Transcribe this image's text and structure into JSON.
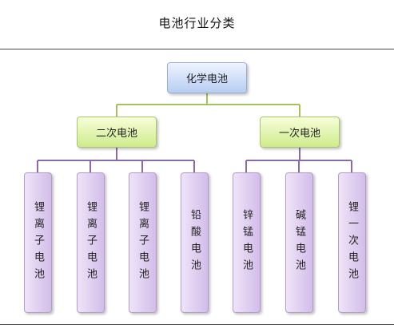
{
  "title": "电池行业分类",
  "root": {
    "label": "化学电池"
  },
  "branches": [
    {
      "label": "二次电池",
      "children": [
        "锂离子电池",
        "锂离子电池",
        "锂离子电池",
        "铅酸电池"
      ]
    },
    {
      "label": "一次电池",
      "children": [
        "锌锰电池",
        "碱锰电池",
        "锂一次电池"
      ]
    }
  ],
  "colors": {
    "root_fill": "#b7cdf1",
    "branch_fill": "#cfeb8c",
    "leaf_fill": "#d2bde9",
    "root_connector": "#a6c35a",
    "leaf_connector": "#8a6aa8"
  }
}
